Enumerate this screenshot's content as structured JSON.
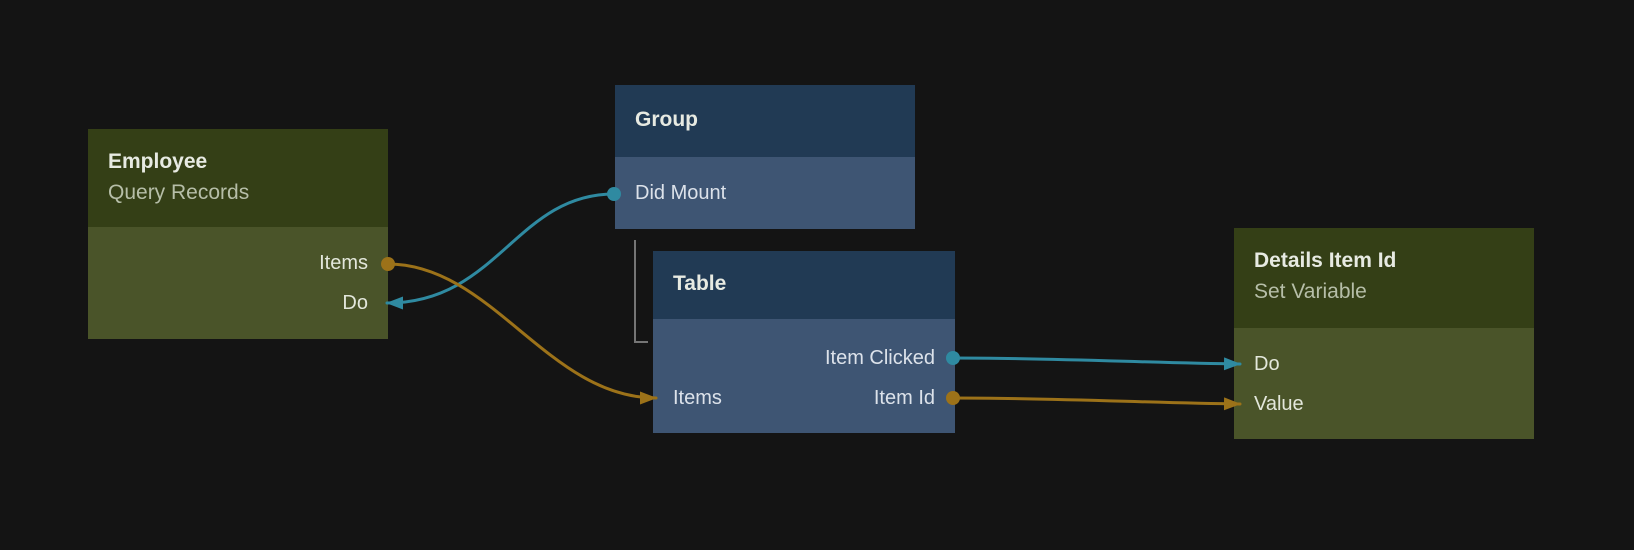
{
  "colors": {
    "background": "#141414",
    "green_header": "#343F16",
    "green_body": "#4A5429",
    "blue_header": "#213A54",
    "blue_body": "#3E5573",
    "text_title": "#E7EAE2",
    "text_subtitle": "#B6BEA8",
    "port_text_green": "#E3E7DB",
    "port_text_blue": "#DCE2EA",
    "teal": "#2F8AA1",
    "gold": "#9C7219",
    "bracket_gray": "#757575"
  },
  "nodes": {
    "employee": {
      "title": "Employee",
      "subtitle": "Query Records",
      "ports": {
        "items": "Items",
        "do": "Do"
      }
    },
    "group": {
      "title": "Group",
      "ports": {
        "did_mount": "Did Mount"
      }
    },
    "table": {
      "title": "Table",
      "ports": {
        "item_clicked": "Item Clicked",
        "items": "Items",
        "item_id": "Item Id"
      }
    },
    "details": {
      "title": "Details Item Id",
      "subtitle": "Set Variable",
      "ports": {
        "do": "Do",
        "value": "Value"
      }
    }
  },
  "edges": [
    {
      "from": "Group.Did Mount",
      "to": "Employee.Do",
      "color": "teal"
    },
    {
      "from": "Employee.Items",
      "to": "Table.Items",
      "color": "gold"
    },
    {
      "from": "Table.Item Clicked",
      "to": "Details Item Id.Do",
      "color": "teal"
    },
    {
      "from": "Table.Item Id",
      "to": "Details Item Id.Value",
      "color": "gold"
    }
  ],
  "hierarchy": [
    {
      "parent": "Group",
      "child": "Table"
    }
  ]
}
